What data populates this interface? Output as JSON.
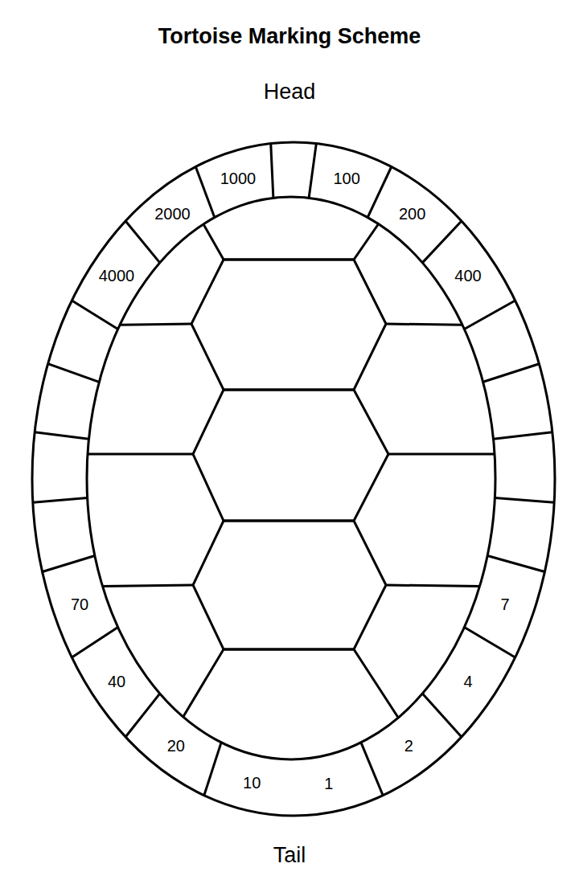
{
  "diagram": {
    "title": "Tortoise Marking Scheme",
    "labels": [
      "Head",
      "1000",
      "100",
      "2000",
      "200",
      "4000",
      "400",
      "70",
      "7",
      "40",
      "4",
      "20",
      "2",
      "10",
      "1",
      "Tail"
    ]
  }
}
